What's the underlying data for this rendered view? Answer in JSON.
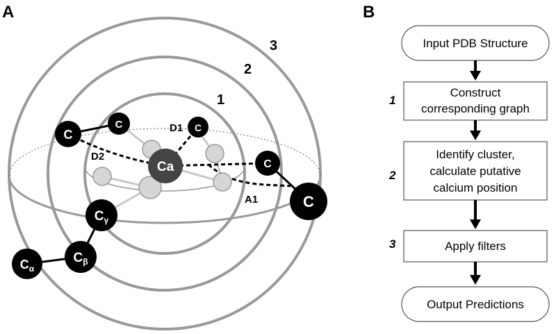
{
  "panel_a": {
    "letter": "A",
    "shells": [
      "1",
      "2",
      "3"
    ],
    "distance_labels": {
      "d1": "D1",
      "d2": "D2",
      "a1": "A1"
    },
    "center_atom": "Ca",
    "carbon_label": "C",
    "alpha_label": {
      "base": "C",
      "sub": "α"
    },
    "beta_label": {
      "base": "C",
      "sub": "β"
    },
    "gamma_label": {
      "base": "C",
      "sub": "γ"
    }
  },
  "panel_b": {
    "letter": "B",
    "start": "Input PDB Structure",
    "steps": [
      {
        "num": "1",
        "lines": [
          "Construct",
          "corresponding graph"
        ]
      },
      {
        "num": "2",
        "lines": [
          "Identify cluster,",
          "calculate putative",
          "calcium position"
        ]
      },
      {
        "num": "3",
        "lines": [
          "Apply filters"
        ]
      }
    ],
    "end": "Output Predictions"
  },
  "colors": {
    "ring": "#999999",
    "atom_dark": "#000000",
    "atom_center": "#444444",
    "atom_light": "#d6d6d6"
  }
}
